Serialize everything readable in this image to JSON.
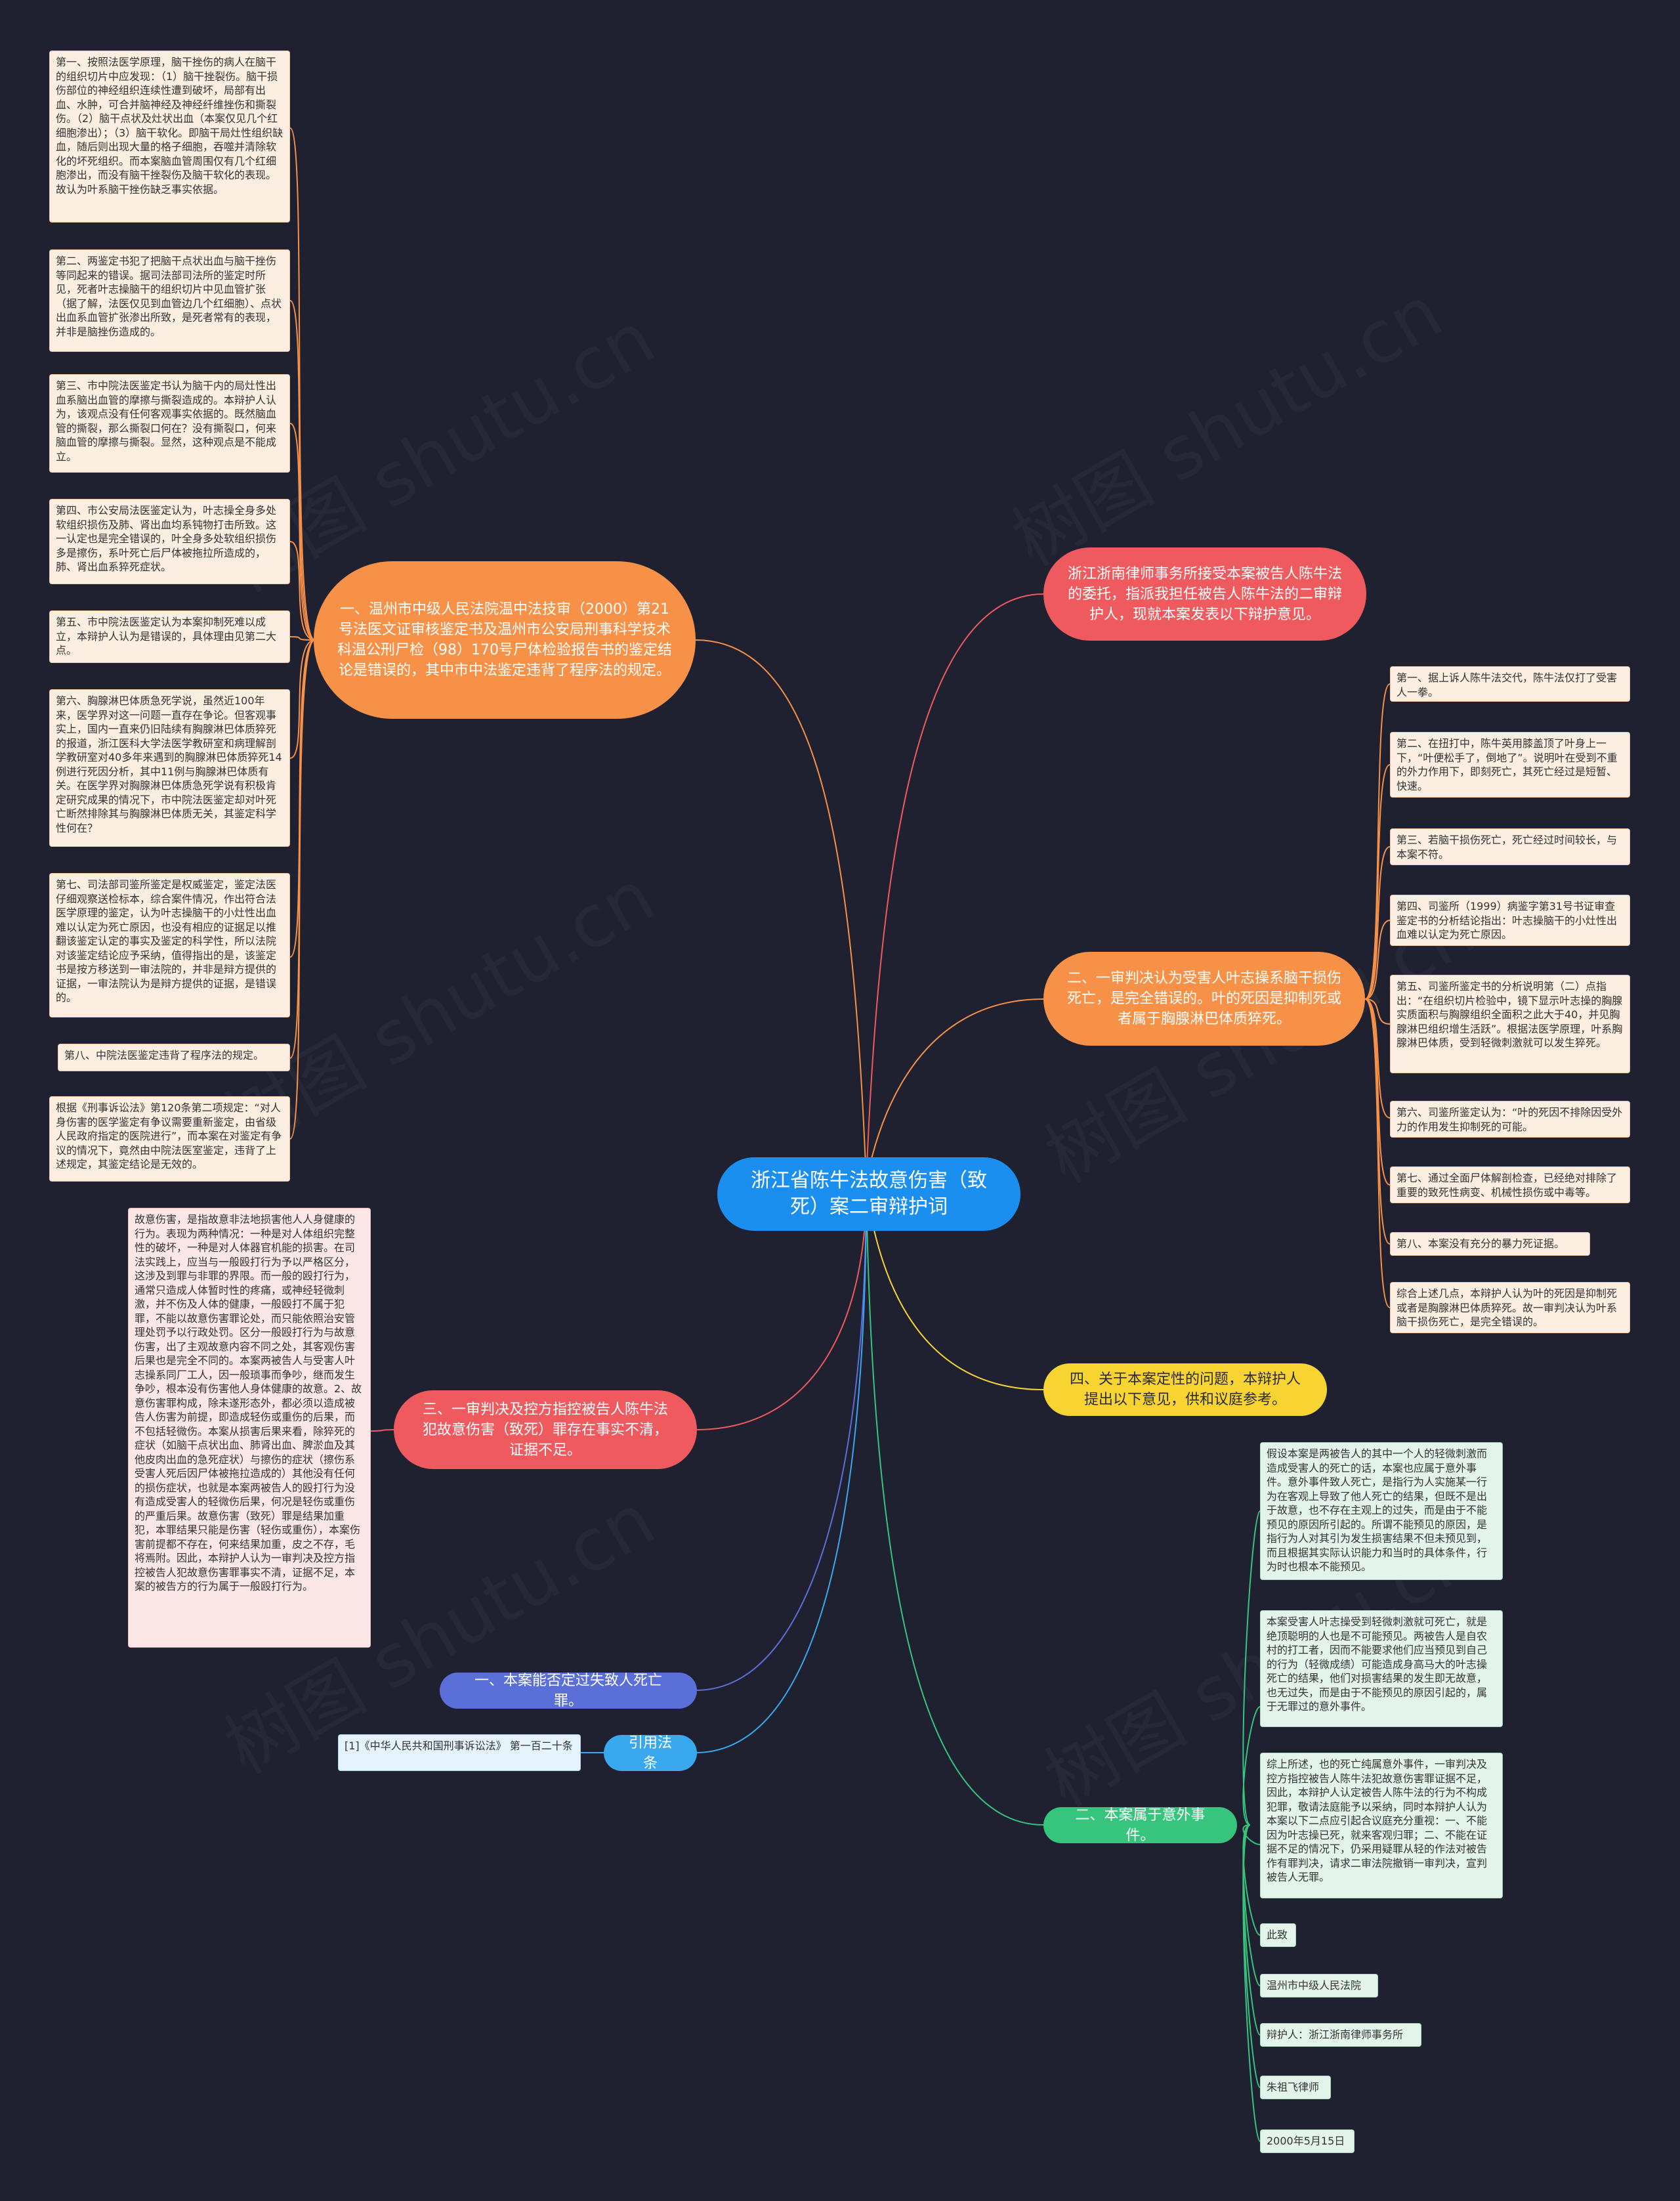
{
  "root": "浙江省陈牛法故意伤害（致死）案二审辩护词",
  "branches": {
    "b1": {
      "label": "一、温州市中级人民法院温中法技审（2000）第21号法医文证审核鉴定书及温州市公安局刑事科学技术科温公刑尸检（98）170号尸体检验报告书的鉴定结论是错误的，其中市中法鉴定违背了程序法的规定。",
      "children": [
        "第一、按照法医学原理，脑干挫伤的病人在脑干的组织切片中应发现：（1）脑干挫裂伤。脑干损伤部位的神经组织连续性遭到破坏，局部有出血、水肿，可合并脑神经及神经纤维挫伤和撕裂伤。（2）脑干点状及灶状出血（本案仅见几个红细胞渗出）；（3）脑干软化。即脑干局灶性组织缺血，随后则出现大量的格子细胞，吞噬并清除软化的坏死组织。而本案脑血管周围仅有几个红细胞渗出，而没有脑干挫裂伤及脑干软化的表现。故认为叶系脑干挫伤缺乏事实依据。",
        "第二、两鉴定书犯了把脑干点状出血与脑干挫伤等同起来的错误。据司法部司法所的鉴定时所见，死者叶志操脑干的组织切片中见血管扩张（据了解，法医仅见到血管边几个红细胞）、点状出血系血管扩张渗出所致，是死者常有的表现，并非是脑挫伤造成的。",
        "第三、市中院法医鉴定书认为脑干内的局灶性出血系脑出血管的摩擦与撕裂造成的。本辩护人认为，该观点没有任何客观事实依据的。既然脑血管的撕裂，那么撕裂口何在？没有撕裂口，何来脑血管的摩擦与撕裂。显然，这种观点是不能成立。",
        "第四、市公安局法医鉴定认为，叶志操全身多处软组织损伤及肺、肾出血均系钝物打击所致。这一认定也是完全错误的，叶全身多处软组织损伤多是擦伤，系叶死亡后尸体被拖拉所造成的，肺、肾出血系猝死症状。",
        "第五、市中院法医鉴定认为本案抑制死难以成立，本辩护人认为是错误的，具体理由见第二大点。",
        "第六、胸腺淋巴体质急死学说，虽然近100年来，医学界对这一问题一直存在争论。但客观事实上，国内一直来仍旧陆续有胸腺淋巴体质猝死的报道，浙江医科大学法医学教研室和病理解剖学教研室对40多年来遇到的胸腺淋巴体质猝死14例进行死因分析，其中11例与胸腺淋巴体质有关。在医学界对胸腺淋巴体质急死学说有积极肯定研究成果的情况下，市中院法医鉴定却对叶死亡断然排除其与胸腺淋巴体质无关，其鉴定科学性何在？",
        "第七、司法部司鉴所鉴定是权威鉴定，鉴定法医仔细观察送检标本，综合案件情况，作出符合法医学原理的鉴定，认为叶志操脑干的小灶性出血难以认定为死亡原因，也没有相应的证据足以推翻该鉴定认定的事实及鉴定的科学性，所以法院对该鉴定结论应予采纳，值得指出的是，该鉴定书是按方移送到一审法院的，并非是辩方提供的证据，一审法院认为是辩方提供的证据，是错误的。",
        "第八、中院法医鉴定违背了程序法的规定。",
        "根据《刑事诉讼法》第120条第二项规定：“对人身伤害的医学鉴定有争议需要重新鉴定，由省级人民政府指定的医院进行”，而本案在对鉴定有争议的情况下，竟然由中院法医室鉴定，违背了上述规定，其鉴定结论是无效的。"
      ]
    },
    "b2": {
      "label": "浙江浙南律师事务所接受本案被告人陈牛法的委托，指派我担任被告人陈牛法的二审辩护人，现就本案发表以下辩护意见。"
    },
    "b3": {
      "label": "二、一审判决认为受害人叶志操系脑干损伤死亡，是完全错误的。叶的死因是抑制死或者属于胸腺淋巴体质猝死。",
      "children": [
        "第一、据上诉人陈牛法交代，陈牛法仅打了受害人一拳。",
        "第二、在扭打中，陈牛英用膝盖顶了叶身上一下，“叶便松手了，倒地了”。说明叶在受到不重的外力作用下，即刻死亡，其死亡经过是短暂、快速。",
        "第三、若脑干损伤死亡，死亡经过时间较长，与本案不符。",
        "第四、司鉴所（1999）病鉴字第31号书证审查鉴定书的分析结论指出：叶志操脑干的小灶性出血难以认定为死亡原因。",
        "第五、司鉴所鉴定书的分析说明第（二）点指出：“在组织切片检验中，镜下显示叶志操的胸腺实质面积与胸腺组织全面积之此大于40，并见胸腺淋巴组织增生活跃”。根据法医学原理，叶系胸腺淋巴体质，受到轻微刺激就可以发生猝死。",
        "第六、司鉴所鉴定认为：“叶的死因不排除因受外力的作用发生抑制死的可能。",
        "第七、通过全面尸体解剖检查，已经绝对排除了重要的致死性病变、机械性损伤或中毒等。",
        "第八、本案没有充分的暴力死证据。",
        "综合上述几点，本辩护人认为叶的死因是抑制死或者是胸腺淋巴体质猝死。故一审判决认为叶系脑干损伤死亡，是完全错误的。"
      ]
    },
    "b4": {
      "label": "三、一审判决及控方指控被告人陈牛法犯故意伤害（致死）罪存在事实不清，证据不足。",
      "children": [
        "故意伤害，是指故意非法地损害他人人身健康的行为。表现为两种情况：一种是对人体组织完整性的破坏，一种是对人体器官机能的损害。在司法实践上，应当与一般殴打行为予以严格区分，这涉及到罪与非罪的界限。而一般的殴打行为，通常只造成人体暂时性的疼痛，或神经轻微刺激，并不伤及人体的健康，一般殴打不属于犯罪，不能以故意伤害罪论处，而只能依照治安管理处罚予以行政处罚。区分一般殴打行为与故意伤害，出了主观故意内容不同之处，其客观伤害后果也是完全不同的。本案两被告人与受害人叶志操系同厂工人，因一般琐事而争吵，继而发生争吵，根本没有伤害他人身体健康的故意。2、故意伤害罪构成，除未遂形态外，都必须以造成被告人伤害为前提，即造成轻伤或重伤的后果，而不包括轻微伤。本案从损害后果来看，除猝死的症状（如脑干点状出血、肺肾出血、脾淤血及其他皮肉出血的急死症状）与擦伤的症状（擦伤系受害人死后因尸体被拖拉造成的）其他没有任何的损伤症状，也就是本案两被告人的殴打行为没有造成受害人的轻微伤后果，何况是轻伤或重伤的严重后果。故意伤害（致死）罪是结果加重犯，本罪结果只能是伤害（轻伤或重伤），本案伤害前提都不存在，何来结果加重，皮之不存，毛将焉附。因此，本辩护人认为一审判决及控方指控被告人犯故意伤害罪事实不清，证据不足，本案的被告方的行为属于一般殴打行为。"
      ]
    },
    "b5": {
      "label": "四、关于本案定性的问题，本辩护人提出以下意见，供和议庭参考。"
    },
    "b6": {
      "label": "一、本案能否定过失致人死亡罪。"
    },
    "b7": {
      "label": "引用法条",
      "children": [
        "[1]《中华人民共和国刑事诉讼法》 第一百二十条"
      ]
    },
    "b8": {
      "label": "二、本案属于意外事件。",
      "children": [
        "假设本案是两被告人的其中一个人的轻微刺激而造成受害人的死亡的话，本案也应属于意外事件。意外事件致人死亡，是指行为人实施某一行为在客观上导致了他人死亡的结果，但既不是出于故意，也不存在主观上的过失，而是由于不能预见的原因所引起的。所谓不能预见的原因，是指行为人对其引为发生损害结果不但未预见到，而且根据其实际认识能力和当时的具体条件，行为时也根本不能预见。",
        "本案受害人叶志操受到轻微刺激就可死亡，就是绝顶聪明的人也是不可能预见。两被告人是自农村的打工者，因而不能要求他们应当预见到自己的行为（轻微成绩）可能造成身高马大的叶志操死亡的结果，他们对损害结果的发生即无故意，也无过失，而是由于不能预见的原因引起的，属于无罪过的意外事件。",
        "综上所述，也的死亡纯属意外事件，一审判决及控方指控被告人陈牛法犯故意伤害罪证据不足，因此，本辩护人认定被告人陈牛法的行为不构成犯罪，敬请法庭能予以采纳，同时本辩护人认为本案以下二点应引起合议庭充分重视：一、不能因为叶志操已死，就来客观归罪；二、不能在证据不足的情况下，仍采用疑罪从轻的作法对被告作有罪判决，请求二审法院撤销一审判决，宣判被告人无罪。",
        "此致",
        "温州市中级人民法院",
        "辩护人：浙江浙南律师事务所",
        "朱祖飞律师",
        "2000年5月15日"
      ]
    }
  },
  "watermark": "树图 shutu.cn",
  "colors": {
    "background": "#1f2130",
    "root": "#1b8ff0",
    "orange": "#f79148",
    "red": "#ee5a5e",
    "yellow": "#f8d433",
    "blue": "#5b6fd8",
    "sky": "#3aa8ee",
    "green": "#37c47c"
  }
}
